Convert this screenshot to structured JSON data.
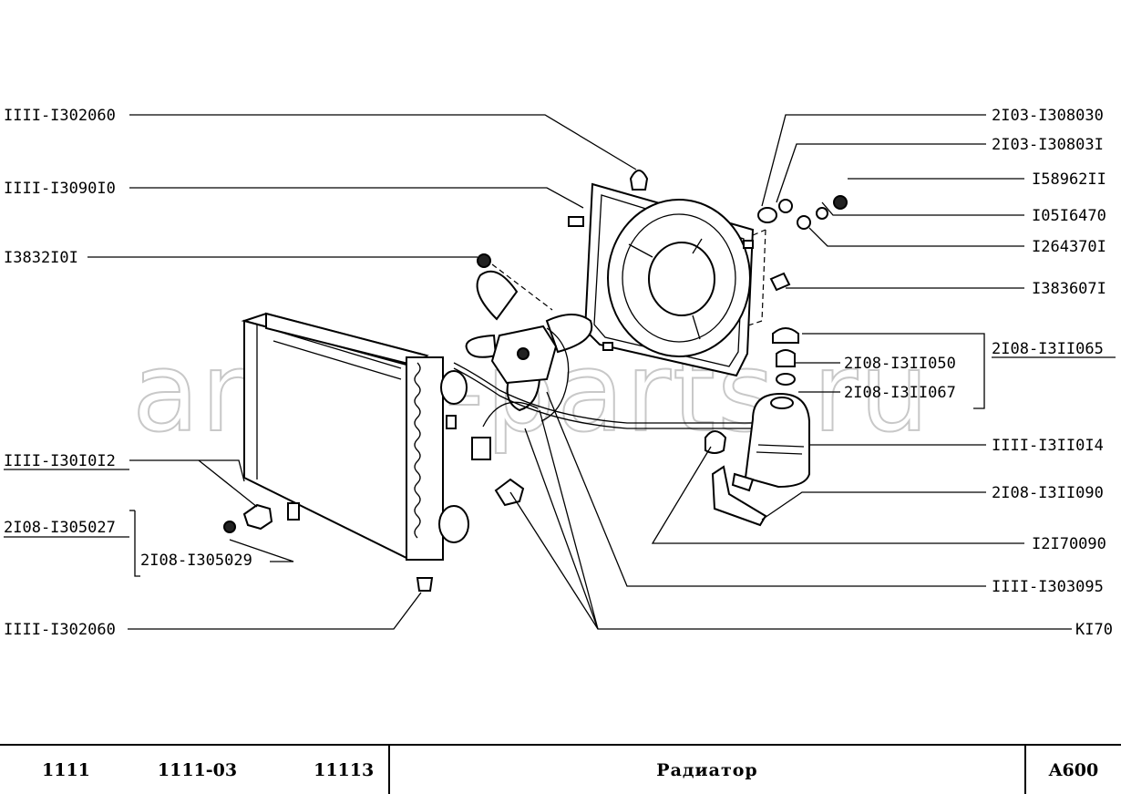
{
  "watermark": "ansat-parts.ru",
  "labels": {
    "l1": "IIII-I302060",
    "l2": "IIII-I3090I0",
    "l3": "I3832I0I",
    "l4": "IIII-I30I0I2",
    "l5": "2I08-I305027",
    "l6": "2I08-I305029",
    "l7": "IIII-I302060",
    "r1": "2I03-I308030",
    "r2": "2I03-I30803I",
    "r3": "I58962II",
    "r4": "I05I6470",
    "r5": "I264370I",
    "r6": "I383607I",
    "r7": "2I08-I3II065",
    "r8": "2I08-I3II050",
    "r9": "2I08-I3II067",
    "r10": "IIII-I3II0I4",
    "r11": "2I08-I3II090",
    "r12": "I2I70090",
    "r13": "IIII-I303095",
    "r14": "KI70"
  },
  "footer": {
    "model1": "1111",
    "model2": "1111-03",
    "model3": "11113",
    "title": "Радиатор",
    "code": "A600"
  }
}
